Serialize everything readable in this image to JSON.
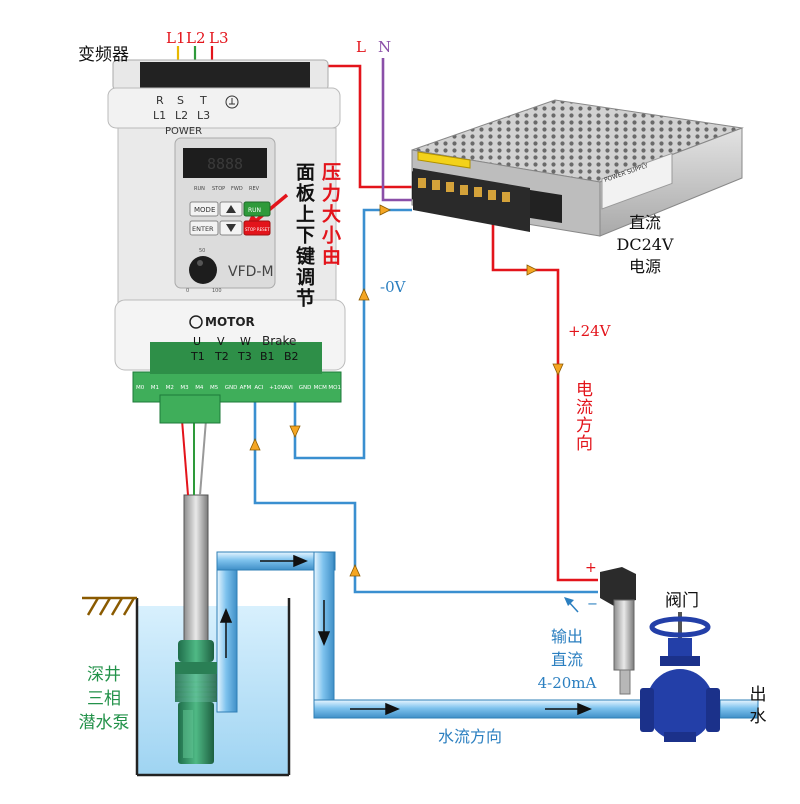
{
  "vfd": {
    "title": "变频器",
    "phase_labels": [
      "L1",
      "L2",
      "L3"
    ],
    "top_terminals": [
      "R",
      "S",
      "T"
    ],
    "top_terminals_sub": [
      "L1",
      "L2",
      "L3"
    ],
    "power_label": "POWER",
    "buttons": [
      "MODE",
      "ENTER",
      "STOP RESET",
      "RUN"
    ],
    "display_keys": [
      "RUN",
      "STOP",
      "FWD",
      "REV"
    ],
    "knob_min": "0",
    "knob_max": "100",
    "knob_mid": "50",
    "model": "VFD-M",
    "brand": "MOTOR",
    "brake_label": "Brake",
    "output_terminals": [
      "U",
      "V",
      "W",
      "B1",
      "B2"
    ],
    "output_terminals_sub": [
      "T1",
      "T2",
      "T3",
      "",
      ""
    ],
    "control_terminals": [
      "M0",
      "M1",
      "M2",
      "M3",
      "M4",
      "M5",
      "GND",
      "AFM",
      "ACI",
      "+10V",
      "AVI",
      "GND",
      "MCM",
      "MO1"
    ],
    "panel_note_black": "面板上下键调节",
    "panel_note_red": "压力大小由"
  },
  "power_supply": {
    "label_l": "L",
    "label_n": "N",
    "name_line1": "直流",
    "name_line2": "DC24V",
    "name_line3": "电源",
    "plate": "POWER SUPPLY"
  },
  "wiring": {
    "minus_0v": "-0V",
    "plus_24v": "+24V",
    "current_direction": "电流方向",
    "plus_sign": "+",
    "minus_sign": "−",
    "output_note_line1": "输出",
    "output_note_line2": "直流",
    "output_note_line3": "4-20mA"
  },
  "pump": {
    "label_line1": "深井",
    "label_line2": "三相",
    "label_line3": "潜水泵"
  },
  "pipe": {
    "flow_direction": "水流方向",
    "outlet_line1": "出",
    "outlet_line2": "水"
  },
  "valve": {
    "label": "阀门"
  },
  "colors": {
    "wire_red": "#e3141b",
    "wire_blue": "#3a8fd0",
    "wire_purple": "#8a4fa8",
    "wire_yellow": "#e8b800",
    "wire_green": "#2e9a3a",
    "arrow_orange": "#f5a623",
    "pipe_blue": "#7fc3ee",
    "water": "#bfe3f7",
    "valve_blue": "#233fa8",
    "terminal_green": "#3fae5a",
    "label_cyan": "#2b7fc0",
    "label_green": "#23924a"
  }
}
